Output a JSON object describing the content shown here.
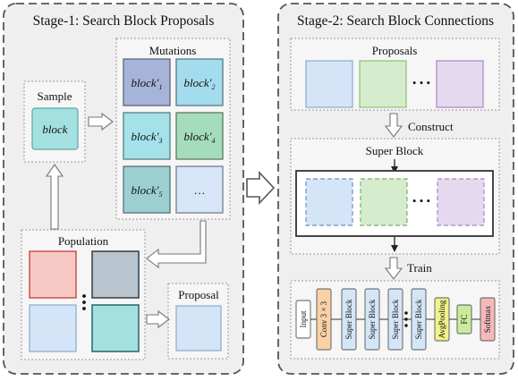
{
  "stage1": {
    "title": "Stage-1: Search Block Proposals",
    "sample_label": "Sample",
    "sample_block": "block",
    "mutations_label": "Mutations",
    "mutations": [
      {
        "text": "block",
        "mark": "′",
        "sub": "1",
        "color": "#a7b4da"
      },
      {
        "text": "block",
        "mark": "′",
        "sub": "2",
        "color": "#a3dcec"
      },
      {
        "text": "block",
        "mark": "′",
        "sub": "3",
        "color": "#a3e2e8"
      },
      {
        "text": "block",
        "mark": "′",
        "sub": "4",
        "color": "#a5dcbc"
      },
      {
        "text": "block",
        "mark": "′",
        "sub": "5",
        "color": "#9ccfd2"
      },
      {
        "text": "…",
        "mark": "",
        "sub": "",
        "color": "#d6e6f8"
      }
    ],
    "population_label": "Population",
    "proposal_label": "Proposal"
  },
  "stage2": {
    "title": "Stage-2: Search Block Connections",
    "proposals_label": "Proposals",
    "construct_label": "Construct",
    "super_block_label": "Super Block",
    "train_label": "Train",
    "ellipsis": "• • •",
    "network_layers": [
      {
        "label": "Input",
        "color": "#ffffff"
      },
      {
        "label": "Conv 3 × 3",
        "color": "#f9d1a6"
      },
      {
        "label": "Super Block",
        "color": "#d5e5f8"
      },
      {
        "label": "Super Block",
        "color": "#d5e5f8"
      },
      {
        "label": "Super Block",
        "color": "#d5e5f8"
      },
      {
        "label": "Super Block",
        "color": "#d5e5f8"
      },
      {
        "label": "AvgPooling",
        "color": "#f2f18c"
      },
      {
        "label": "FC",
        "color": "#c8ec9c"
      },
      {
        "label": "Softmax",
        "color": "#f5b9b9"
      }
    ]
  },
  "colors": {
    "panel_fill": "#efefef",
    "group_fill": "#f6f6f6",
    "block_blue": "#d5e5f8",
    "block_green": "#d5edcc",
    "block_purple": "#e5d9ef",
    "population_red": "#f6c8c4",
    "population_slate": "#b8c4ce",
    "population_teal": "#a5e0e0",
    "sample_fill": "#a5e0e0"
  }
}
